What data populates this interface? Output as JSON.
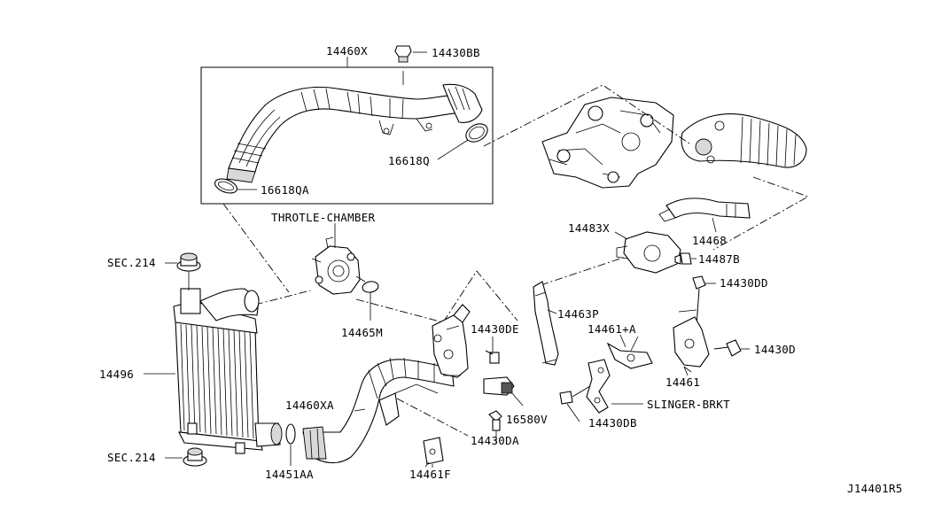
{
  "diagram_id": "J14401R5",
  "labels": {
    "p14460X": "14460X",
    "p14430BB": "14430BB",
    "p16618Q": "16618Q",
    "p16618QA": "16618QA",
    "throttle": "THROTLE-CHAMBER",
    "sec214_top": "SEC.214",
    "sec214_bottom": "SEC.214",
    "p14465M": "14465M",
    "p14496": "14496",
    "p14460XA": "14460XA",
    "p14451AA": "14451AA",
    "p14461F": "14461F",
    "p14430DA": "14430DA",
    "p16580V": "16580V",
    "p14430DE": "14430DE",
    "p14483X": "14483X",
    "p14468": "14468",
    "p14487B": "14487B",
    "p14463P": "14463P",
    "p14430DD": "14430DD",
    "p14461A": "14461+A",
    "p14430D": "14430D",
    "p14461": "14461",
    "slinger": "SLINGER-BRKT",
    "p14430DB": "14430DB"
  }
}
